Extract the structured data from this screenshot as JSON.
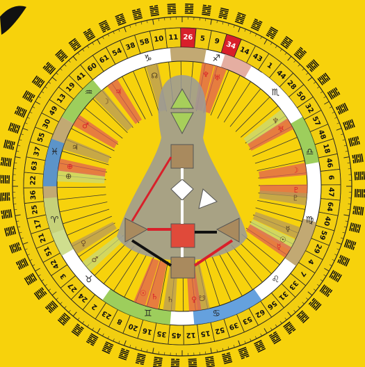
{
  "colors": {
    "background": "#f7d20c",
    "ring_outer": "#f2ce10",
    "ring_line": "#222222",
    "highlight_red": "#d8202a",
    "zodiac_gold": "#b79a5a",
    "bodygraph_gray": "#9a9a9a",
    "center_tan": "#a98a5e",
    "center_green": "#8cc63f",
    "center_red": "#e04a3a",
    "channel_red": "#d8202a",
    "channel_black": "#111111"
  },
  "gates": [
    {
      "n": "10",
      "hl": false
    },
    {
      "n": "11",
      "hl": false
    },
    {
      "n": "26",
      "hl": true
    },
    {
      "n": "5",
      "hl": false
    },
    {
      "n": "9",
      "hl": false
    },
    {
      "n": "34",
      "hl": true
    },
    {
      "n": "14",
      "hl": false
    },
    {
      "n": "43",
      "hl": false
    },
    {
      "n": "1",
      "hl": false
    },
    {
      "n": "44",
      "hl": false
    },
    {
      "n": "28",
      "hl": false
    },
    {
      "n": "50",
      "hl": false
    },
    {
      "n": "32",
      "hl": false
    },
    {
      "n": "57",
      "hl": false
    },
    {
      "n": "48",
      "hl": false
    },
    {
      "n": "18",
      "hl": false
    },
    {
      "n": "46",
      "hl": false
    },
    {
      "n": "6",
      "hl": false
    },
    {
      "n": "47",
      "hl": false
    },
    {
      "n": "64",
      "hl": false
    },
    {
      "n": "40",
      "hl": false
    },
    {
      "n": "59",
      "hl": false
    },
    {
      "n": "29",
      "hl": false
    },
    {
      "n": "4",
      "hl": false
    },
    {
      "n": "7",
      "hl": false
    },
    {
      "n": "33",
      "hl": false
    },
    {
      "n": "31",
      "hl": false
    },
    {
      "n": "56",
      "hl": false
    },
    {
      "n": "62",
      "hl": false
    },
    {
      "n": "53",
      "hl": false
    },
    {
      "n": "39",
      "hl": false
    },
    {
      "n": "52",
      "hl": false
    },
    {
      "n": "15",
      "hl": false
    },
    {
      "n": "12",
      "hl": false
    },
    {
      "n": "45",
      "hl": false
    },
    {
      "n": "35",
      "hl": false
    },
    {
      "n": "16",
      "hl": false
    },
    {
      "n": "20",
      "hl": false
    },
    {
      "n": "8",
      "hl": false
    },
    {
      "n": "23",
      "hl": false
    },
    {
      "n": "2",
      "hl": false
    },
    {
      "n": "24",
      "hl": false
    },
    {
      "n": "27",
      "hl": false
    },
    {
      "n": "3",
      "hl": false
    },
    {
      "n": "42",
      "hl": false
    },
    {
      "n": "51",
      "hl": false
    },
    {
      "n": "21",
      "hl": false
    },
    {
      "n": "17",
      "hl": false
    },
    {
      "n": "25",
      "hl": false
    },
    {
      "n": "36",
      "hl": false
    },
    {
      "n": "22",
      "hl": false
    },
    {
      "n": "63",
      "hl": false
    },
    {
      "n": "37",
      "hl": false
    },
    {
      "n": "55",
      "hl": false
    },
    {
      "n": "30",
      "hl": false
    },
    {
      "n": "49",
      "hl": false
    },
    {
      "n": "13",
      "hl": false
    },
    {
      "n": "19",
      "hl": false
    },
    {
      "n": "41",
      "hl": false
    },
    {
      "n": "60",
      "hl": false
    },
    {
      "n": "61",
      "hl": false
    },
    {
      "n": "54",
      "hl": false
    },
    {
      "n": "38",
      "hl": false
    },
    {
      "n": "58",
      "hl": false
    }
  ],
  "zodiac": [
    "♑",
    "♐",
    "♏",
    "♎",
    "♍",
    "♌",
    "♋",
    "♊",
    "♉",
    "♈",
    "♓",
    "♒"
  ],
  "planets": [
    {
      "g": "☊",
      "c": "#4a3a20"
    },
    {
      "g": "♆",
      "c": "#d8202a"
    },
    {
      "g": "♅",
      "c": "#d8202a"
    },
    {
      "g": "♆",
      "c": "#6a4a2a"
    },
    {
      "g": "♅",
      "c": "#d8202a"
    },
    {
      "g": "☽",
      "c": "#d8202a"
    },
    {
      "g": "♇",
      "c": "#d8202a"
    },
    {
      "g": "♇",
      "c": "#6a4a2a"
    },
    {
      "g": "☿",
      "c": "#4a3a20"
    },
    {
      "g": "☉",
      "c": "#4a3a20"
    },
    {
      "g": "☋",
      "c": "#6a4a2a"
    },
    {
      "g": "♀",
      "c": "#d8202a"
    },
    {
      "g": "♄",
      "c": "#6a4a2a"
    },
    {
      "g": "♄",
      "c": "#d8202a"
    },
    {
      "g": "☉",
      "c": "#d8202a"
    },
    {
      "g": "♂",
      "c": "#6a4a2a"
    },
    {
      "g": "♃",
      "c": "#4a3a20"
    },
    {
      "g": "♂",
      "c": "#d8202a"
    },
    {
      "g": "⊕",
      "c": "#4a3a20"
    },
    {
      "g": "☽",
      "c": "#6a4a2a"
    },
    {
      "g": "♃",
      "c": "#d8202a"
    },
    {
      "g": "♀",
      "c": "#6a4a2a"
    },
    {
      "g": "☿",
      "c": "#d8202a"
    },
    {
      "g": "⊕",
      "c": "#d8202a"
    }
  ]
}
